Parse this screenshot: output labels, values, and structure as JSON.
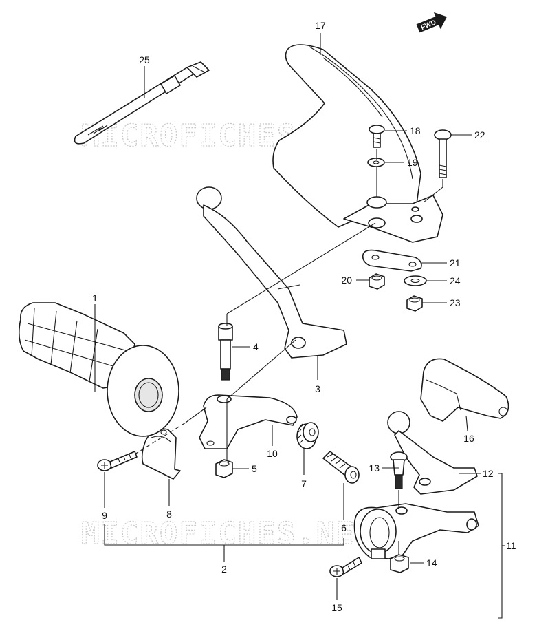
{
  "watermark": "MICROFICHES.NET",
  "fwd_label": "FWD",
  "callouts": {
    "p1": "1",
    "p2": "2",
    "p3": "3",
    "p4": "4",
    "p5": "5",
    "p6": "6",
    "p7": "7",
    "p8": "8",
    "p9": "9",
    "p10": "10",
    "p11": "11",
    "p12": "12",
    "p13": "13",
    "p14": "14",
    "p15": "15",
    "p16": "16",
    "p17": "17",
    "p18": "18",
    "p19": "19",
    "p20": "20",
    "p21": "21",
    "p22": "22",
    "p23": "23",
    "p24": "24",
    "p25": "25"
  }
}
